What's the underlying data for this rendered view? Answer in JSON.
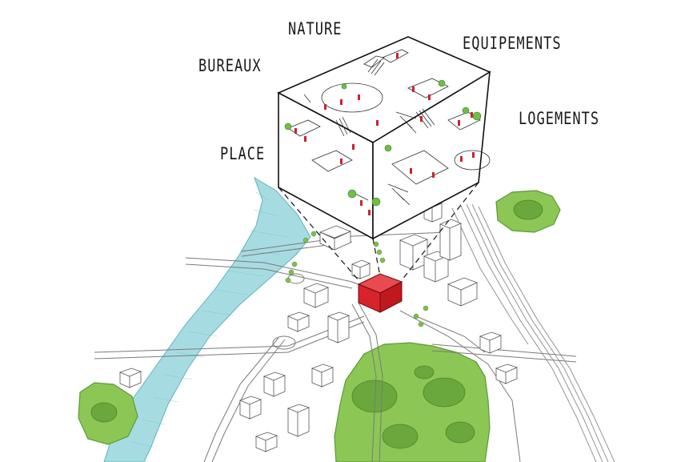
{
  "labels": {
    "nature": "NATURE",
    "equipements": "EQUIPEMENTS",
    "bureaux": "BUREAUX",
    "logements": "LOGEMENTS",
    "place": "PLACE"
  },
  "colors": {
    "river": "#9fd9e0",
    "river_edge": "#5fb8c4",
    "park": "#8bc653",
    "park_dark": "#5f9e36",
    "highlight_cube": "#d9232a",
    "ink": "#1a1a1a",
    "figures": "#d0202a",
    "rail": "#8a8a8a"
  },
  "icons": {
    "cube": "isometric-block-icon",
    "figures": "people-figures-icon",
    "trees": "tree-icon",
    "stairs": "stair-icon"
  }
}
